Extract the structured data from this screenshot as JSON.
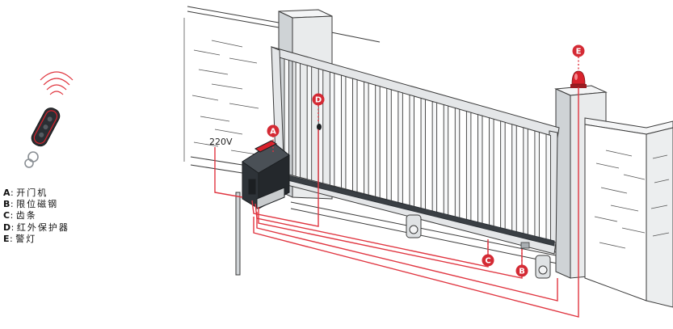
{
  "voltage_label": "220V",
  "markers": [
    "A",
    "B",
    "C",
    "D",
    "E"
  ],
  "legend": [
    {
      "key": "A",
      "separator": ":",
      "text": "开门机"
    },
    {
      "key": "B",
      "separator": ":",
      "text": "限位磁钢"
    },
    {
      "key": "C",
      "separator": ":",
      "text": "齿条"
    },
    {
      "key": "D",
      "separator": ":",
      "text": "红外保护器"
    },
    {
      "key": "E",
      "separator": ":",
      "text": "警灯"
    }
  ],
  "colors": {
    "marker": "#d42a34",
    "wire": "#e03540",
    "line": "#3a3a3a",
    "post_front": "#e9ebec",
    "post_side": "#cfd3d6",
    "gate_frame": "#e4e6e8",
    "motor": "#2e3338",
    "lamp": "#d8222c"
  },
  "icons": [
    "remote-control-icon",
    "radio-wave-icon",
    "warning-lamp-icon",
    "gate-motor-icon"
  ]
}
